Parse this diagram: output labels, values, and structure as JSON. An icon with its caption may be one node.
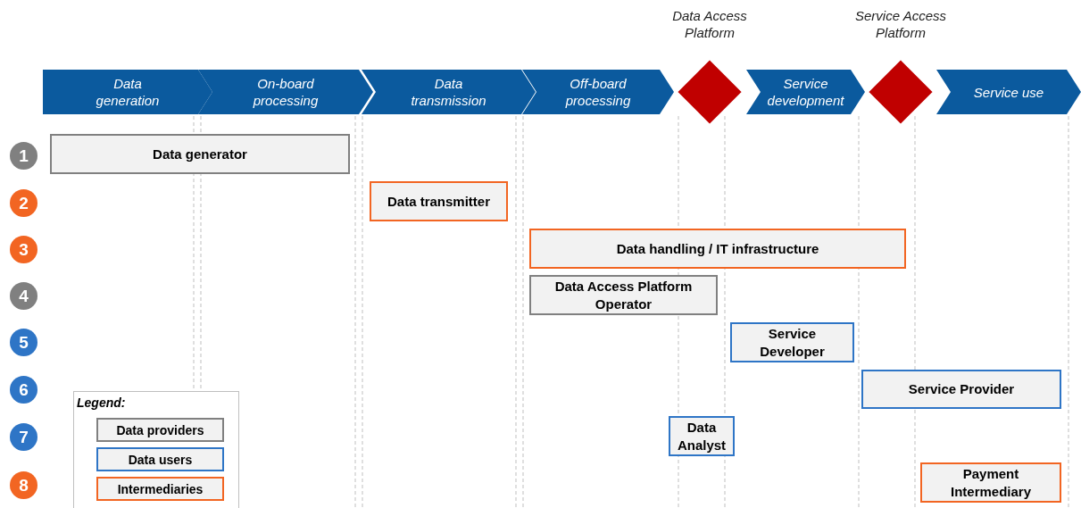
{
  "diagram": {
    "nodes": [
      {
        "text": [
          "Data generation"
        ]
      },
      {
        "text": [
          "On-board processing"
        ]
      },
      {
        "text": [
          "Data transmission"
        ]
      },
      {
        "text": [
          "Off-board processing"
        ]
      },
      {
        "text": [
          "Data Access Platform"
        ]
      },
      {
        "text": [
          "Service development"
        ]
      },
      {
        "text": [
          "Service Access Platform"
        ]
      },
      {
        "text": [
          "Service use"
        ]
      },
      {
        "text": [
          "1"
        ]
      },
      {
        "text": [
          "Data generator"
        ]
      },
      {
        "text": [
          "2"
        ]
      },
      {
        "text": [
          "Data transmitter"
        ]
      },
      {
        "text": [
          "3"
        ]
      },
      {
        "text": [
          "Data handling / IT infrastructure"
        ]
      },
      {
        "text": [
          "4"
        ]
      },
      {
        "text": [
          "Data Access Platform Operator"
        ]
      },
      {
        "text": [
          "5"
        ]
      },
      {
        "text": [
          "Service Developer"
        ]
      },
      {
        "text": [
          "6"
        ]
      },
      {
        "text": [
          "Service Provider"
        ]
      },
      {
        "text": [
          "7"
        ]
      },
      {
        "text": [
          "Data Analyst"
        ]
      },
      {
        "text": [
          "8"
        ]
      },
      {
        "text": [
          "Payment Intermediary"
        ]
      }
    ],
    "edges": [],
    "labels": [
      "Legend:"
    ],
    "legend": [
      {
        "text": "Data providers",
        "color": "#808080"
      },
      {
        "text": "Data users",
        "color": "#2e75c6"
      },
      {
        "text": "Intermediaries",
        "color": "#f26522"
      }
    ]
  }
}
